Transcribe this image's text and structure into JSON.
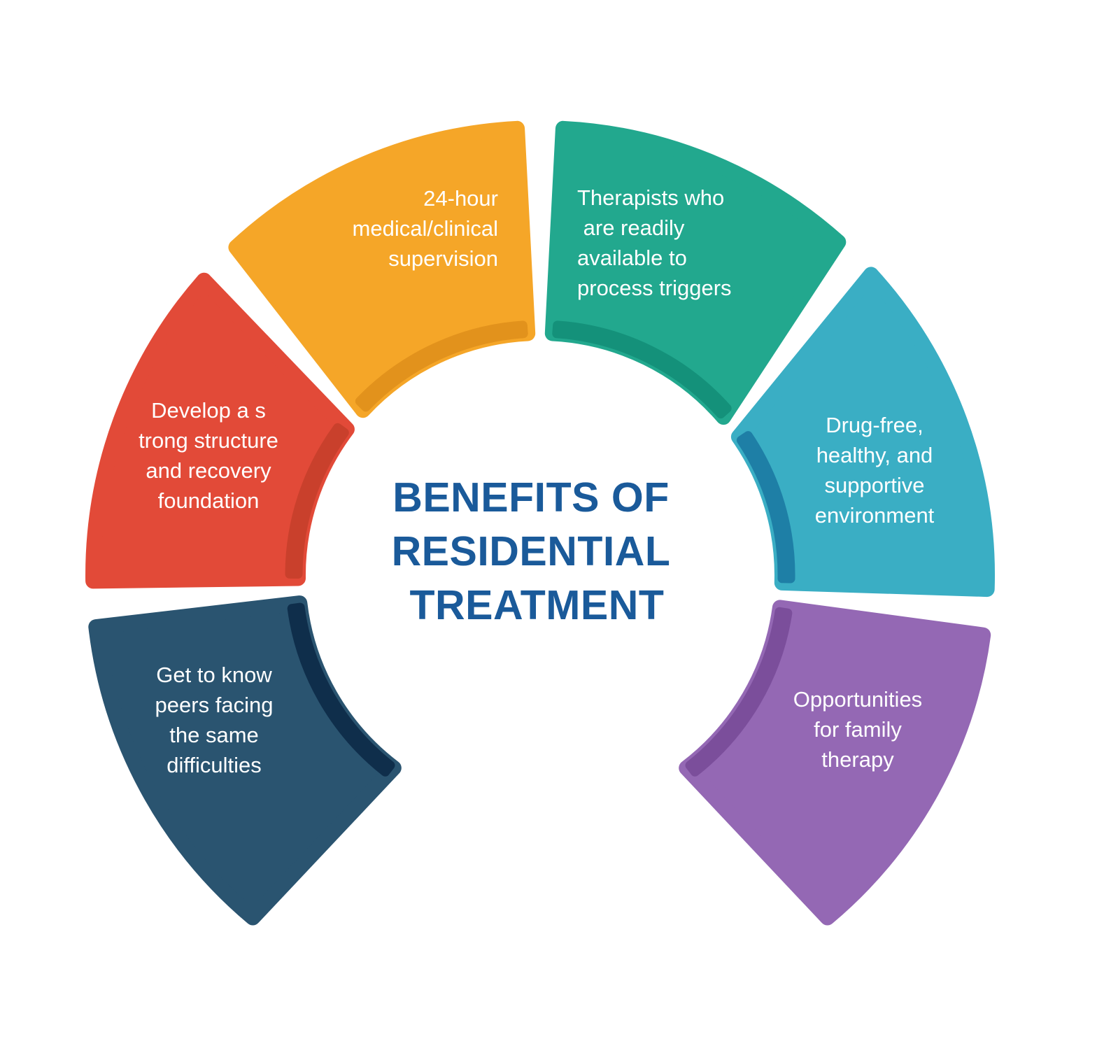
{
  "title": {
    "text": "BENEFITS OF\nRESIDENTIAL\n TREATMENT",
    "color": "#1A5A9A"
  },
  "text_color": "#FFFFFF",
  "background_color": "#FFFFFF",
  "diagram_type": "segmented-donut",
  "segments": [
    {
      "id": "supervision",
      "label": "24-hour\nmedical/clinical\nsupervision",
      "color": "#F5A628",
      "shadow_color": "#E2921C"
    },
    {
      "id": "therapists",
      "label": "Therapists who\n are readily\navailable to\nprocess triggers",
      "color": "#22A88E",
      "shadow_color": "#14917A"
    },
    {
      "id": "environment",
      "label": "Drug-free,\nhealthy, and\nsupportive\nenvironment",
      "color": "#3AAEC4",
      "shadow_color": "#1E7FA6"
    },
    {
      "id": "family-therapy",
      "label": "Opportunities\nfor family\ntherapy",
      "color": "#9468B4",
      "shadow_color": "#7B4E9B"
    },
    {
      "id": "peers",
      "label": "Get to know\npeers facing\nthe same\ndifficulties",
      "color": "#2A5470",
      "shadow_color": "#0F2E4B"
    },
    {
      "id": "foundation",
      "label": "Develop a s\ntrong structure\nand recovery\nfoundation",
      "color": "#E24A38",
      "shadow_color": "#C9402C"
    }
  ]
}
